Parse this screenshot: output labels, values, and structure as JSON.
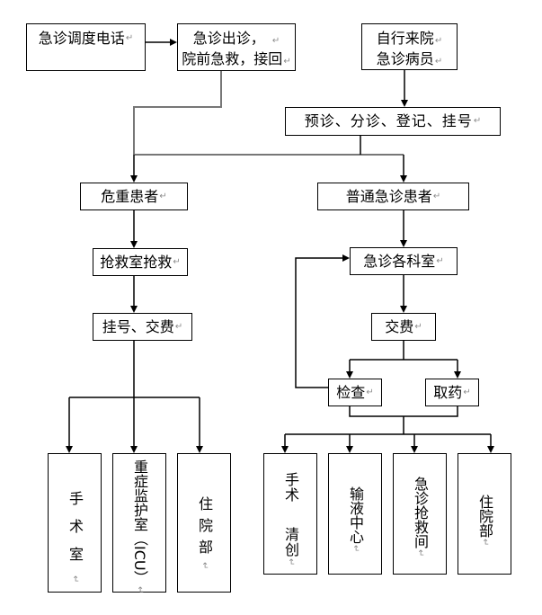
{
  "diagram": {
    "paragraph_mark": "↵",
    "nodes": {
      "dispatch_call": "急诊调度电话",
      "prehospital": [
        "急诊出诊，",
        "院前急救，接回"
      ],
      "walk_in": [
        "自行来院",
        "急诊病员"
      ],
      "triage": "预诊、分诊、登记、挂号",
      "critical": "危重患者",
      "general": "普通急诊患者",
      "resus_room": "抢救室抢救",
      "register_pay": "挂号、交费",
      "departments": "急诊各科室",
      "pay": "交费",
      "exam": "检查",
      "pharmacy": "取药",
      "operating_room": "手术室",
      "icu": "重症监护室（ICU）",
      "inpatient_left": "住院部",
      "surgery_debridement": [
        "手术",
        "清创"
      ],
      "infusion_center": "输液中心",
      "er_resus_room": "急诊抢救间",
      "inpatient_right": "住院部"
    },
    "edges": [
      {
        "from": "dispatch_call",
        "to": "prehospital"
      },
      {
        "from": "walk_in",
        "to": "triage"
      },
      {
        "from": "prehospital",
        "to": "critical"
      },
      {
        "from": "triage",
        "to": "critical"
      },
      {
        "from": "triage",
        "to": "general"
      },
      {
        "from": "critical",
        "to": "resus_room"
      },
      {
        "from": "resus_room",
        "to": "register_pay"
      },
      {
        "from": "register_pay",
        "to": "operating_room"
      },
      {
        "from": "register_pay",
        "to": "icu"
      },
      {
        "from": "register_pay",
        "to": "inpatient_left"
      },
      {
        "from": "general",
        "to": "departments"
      },
      {
        "from": "departments",
        "to": "pay"
      },
      {
        "from": "pay",
        "to": "exam"
      },
      {
        "from": "pay",
        "to": "pharmacy"
      },
      {
        "from": "exam",
        "to": "departments"
      },
      {
        "from": "exam",
        "to": "surgery_debridement"
      },
      {
        "from": "pharmacy",
        "to": "infusion_center"
      },
      {
        "from": "pharmacy",
        "to": "er_resus_room"
      },
      {
        "from": "pharmacy",
        "to": "inpatient_right"
      }
    ]
  }
}
